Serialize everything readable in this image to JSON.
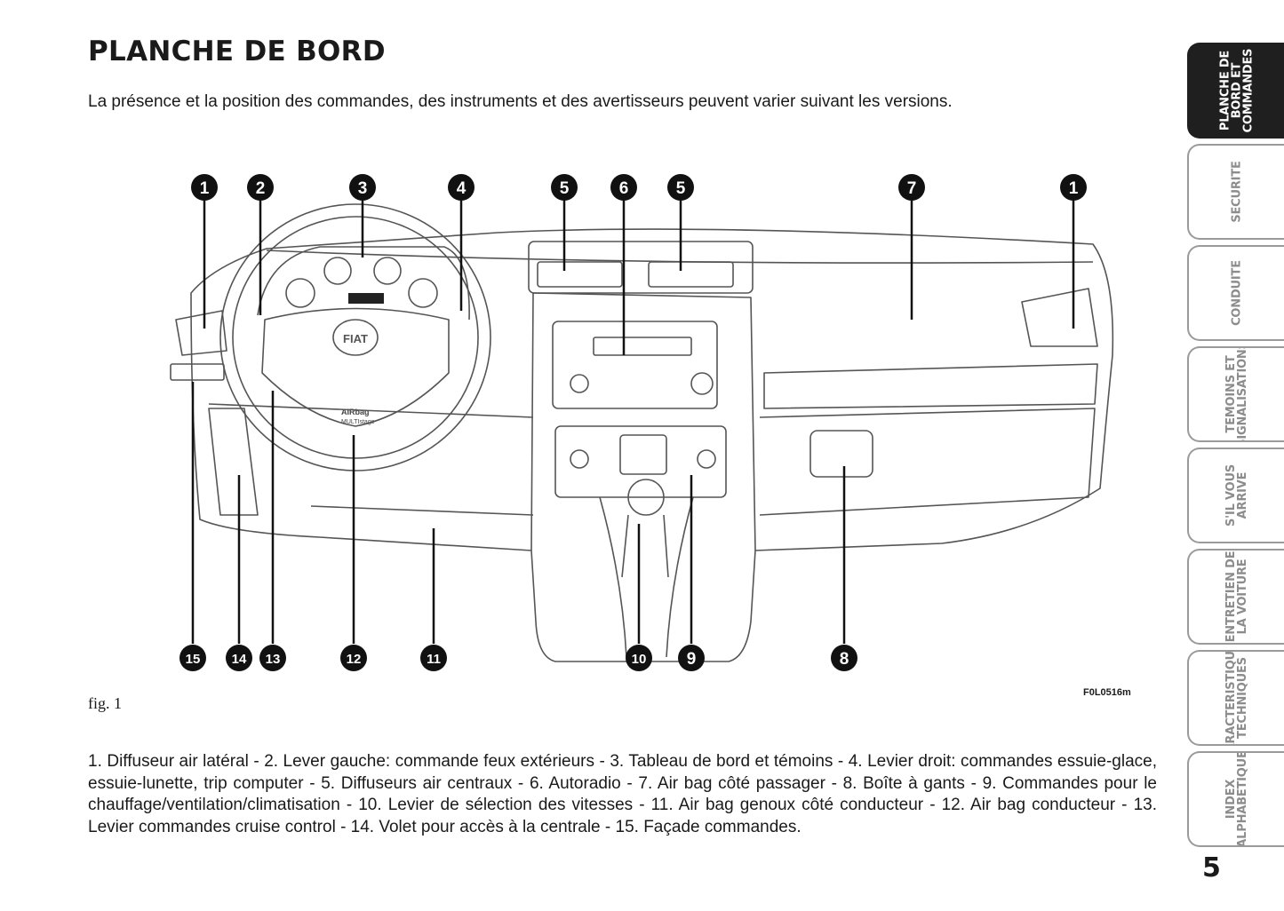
{
  "page": {
    "title": "PLANCHE DE BORD",
    "intro": "La présence et la position des commandes, des instruments et des avertisseurs peuvent varier suivant les versions.",
    "figure_label": "fig. 1",
    "figure_code": "F0L0516m",
    "caption": "1. Diffuseur air latéral - 2. Lever gauche: commande feux extérieurs - 3. Tableau de bord et témoins - 4. Levier droit: commandes essuie-glace, essuie-lunette, trip computer - 5. Diffuseurs air centraux - 6. Autoradio - 7. Air bag côté passager - 8. Boîte à gants - 9. Commandes pour le chauffage/ventilation/climatisation - 10. Levier de sélection des vitesses - 11. Air bag genoux côté conducteur - 12. Air bag conducteur - 13. Levier commandes cruise control - 14. Volet pour accès à la centrale - 15. Façade commandes.",
    "page_number": "5"
  },
  "figure": {
    "callouts_top": [
      "1",
      "2",
      "3",
      "4",
      "5",
      "6",
      "5",
      "7",
      "1"
    ],
    "callouts_bottom": [
      "15",
      "14",
      "13",
      "12",
      "11",
      "10",
      "9",
      "8"
    ],
    "steering_logo": "FIAT",
    "airbag_label": "AIRbag",
    "airbag_sublabel": "MULTIstage"
  },
  "sidebar": {
    "tabs": [
      {
        "label": "PLANCHE DE\nBORD ET\nCOMMANDES",
        "active": true
      },
      {
        "label": "SECURITE",
        "active": false
      },
      {
        "label": "CONDUITE",
        "active": false
      },
      {
        "label": "TEMOINS ET\nSIGNALISATIONS",
        "active": false
      },
      {
        "label": "S'IL VOUS\nARRIVE",
        "active": false
      },
      {
        "label": "ENTRETIEN DE\nLA VOITURE",
        "active": false
      },
      {
        "label": "CARACTERISTIQUES\nTECHNIQUES",
        "active": false
      },
      {
        "label": "INDEX\nALPHABETIQUE",
        "active": false
      }
    ]
  }
}
